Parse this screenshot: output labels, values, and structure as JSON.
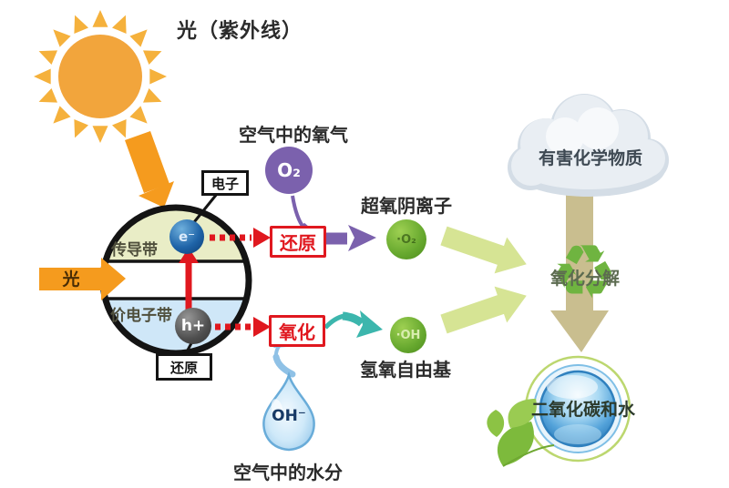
{
  "diagram_title": "光（紫外线）",
  "photocatalyst": {
    "electron_callout": "电子",
    "electron_symbol": "e⁻",
    "conduction_band_label": "传导带",
    "valence_band_label": "价电子带",
    "hole_symbol": "h+",
    "hole_callout": "还原",
    "incident_light_label": "光"
  },
  "process": {
    "reduction_label": "还原",
    "oxidation_label": "氧化",
    "decomposition_label": "氧化分解",
    "recycle_glyph": "♻"
  },
  "species": {
    "oxygen": {
      "label": "空气中的氧气",
      "symbol": "O₂"
    },
    "superoxide": {
      "label": "超氧阴离子",
      "symbol": "·O₂"
    },
    "hydroxyl": {
      "label": "氢氧自由基",
      "symbol": "·OH"
    },
    "water": {
      "label": "空气中的水分",
      "symbol": "OH⁻"
    },
    "pollutant": {
      "label": "有害化学物质"
    },
    "products": {
      "label": "二氧化碳和水"
    }
  },
  "colors": {
    "sun_disc": "#F2A53C",
    "sun_rays": "#F5B13C",
    "beam_orange": "#F59B1E",
    "red": "#E0181F",
    "purple": "#7B61AD",
    "teal": "#3CB6AD",
    "sphere_green": "#66A82E",
    "light_green_arrow": "#D6E494",
    "recycle_green": "#6FB440",
    "tan_arrow": "#C9BE8F",
    "conduction_band_fill": "#E9EDC6",
    "valence_band_fill": "#CFE7F8",
    "cloud_fill": "#E9EEF3",
    "water_blue": "#7AB6E2"
  }
}
